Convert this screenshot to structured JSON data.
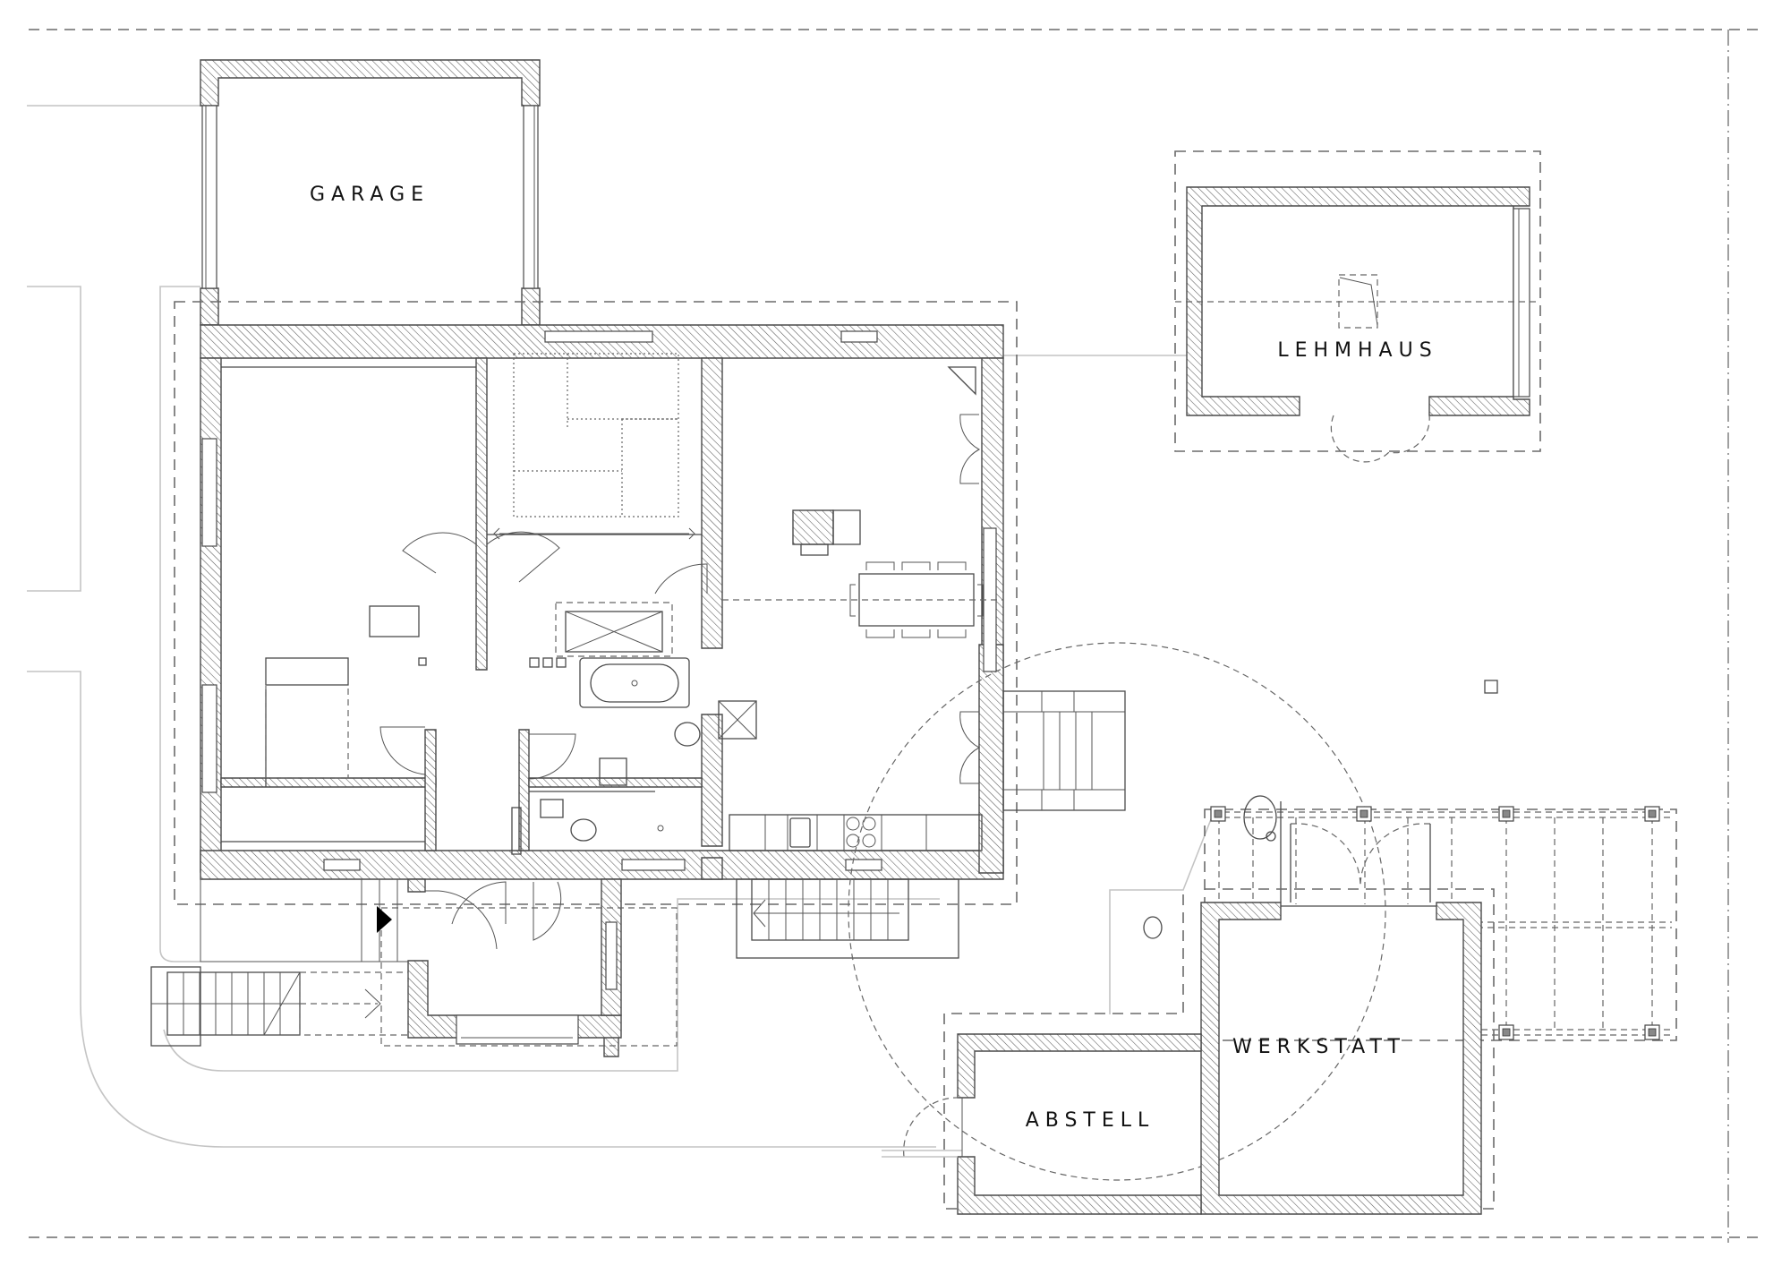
{
  "drawing": {
    "type": "floor-plan",
    "rooms": {
      "garage": "GARAGE",
      "lehmhaus": "LEHMHAUS",
      "werkstatt": "WERKSTATT",
      "abstell": "ABSTELL"
    },
    "colors": {
      "wall_outline": "#4a4a4a",
      "hatch": "#5a5a5a",
      "site_lines": "#c4c4c4",
      "dashed_lines": "#6a6a6a",
      "text": "#111111",
      "background": "#ffffff"
    },
    "symbols": {
      "entrance_marker": "filled-triangle-arrow",
      "dining_table_seats": 8,
      "stove_burners": 4,
      "pergola_posts": 6
    }
  }
}
